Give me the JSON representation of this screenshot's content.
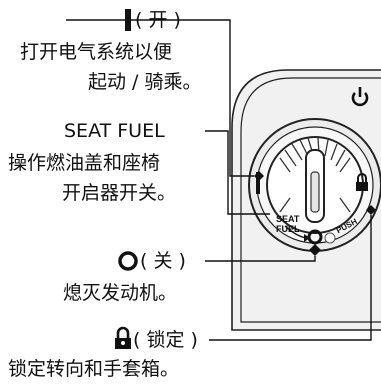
{
  "on": {
    "paren_open": "( ",
    "label": "开",
    "paren_close": " )",
    "desc_line1": "打开电气系统以便",
    "desc_line2": "起动 / 骑乘。"
  },
  "seat_fuel": {
    "label": "SEAT FUEL",
    "desc_line1": "操作燃油盖和座椅",
    "desc_line2": "开启器开关。"
  },
  "off": {
    "paren_open": "( ",
    "label": "关",
    "paren_close": " )",
    "desc": "熄灭发动机。"
  },
  "lock": {
    "paren_open": "( ",
    "label": "锁定",
    "paren_close": " )",
    "desc": "锁定转向和手套箱。"
  },
  "switch": {
    "seat_text_1": "SEAT",
    "seat_text_2": "FUEL",
    "push_text": "PUSH"
  }
}
